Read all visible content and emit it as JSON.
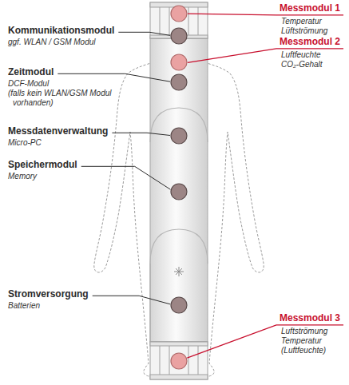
{
  "diagram": {
    "labels": [
      "Messmodul 1",
      "Temperatur",
      "Lüftströmung",
      "Messmodul 2",
      "Luftfeuchte",
      "CO₂-Gehalt",
      "Kommunikationsmodul",
      "ggf. WLAN / GSM Modul",
      "Zeitmodul",
      "DCF-Modul",
      "(falls kein WLAN/GSM Modul",
      "vorhanden)",
      "Messdatenverwaltung",
      "Micro-PC",
      "Speichermodul",
      "Memory",
      "Stromversorgung",
      "Batterien",
      "Messmodul 3",
      "Luftströmung",
      "Temperatur",
      "(Luftfeuchte)"
    ]
  }
}
